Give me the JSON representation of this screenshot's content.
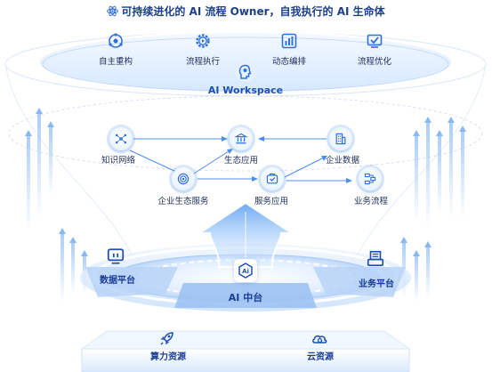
{
  "title": "可持续进化的 AI 流程 Owner，自我执行的 AI 生命体",
  "top_features": [
    {
      "label": "自主重构",
      "icon": "restructure-icon"
    },
    {
      "label": "流程执行",
      "icon": "gear-play-icon"
    },
    {
      "label": "动态编排",
      "icon": "chart-arrange-icon"
    },
    {
      "label": "流程优化",
      "icon": "checklist-icon"
    }
  ],
  "workspace": {
    "label": "AI Workspace",
    "icon": "ai-head-icon"
  },
  "network": {
    "nodes": [
      {
        "id": "knowledge",
        "label": "知识网络",
        "icon": "network-icon"
      },
      {
        "id": "eco_app",
        "label": "生态应用",
        "icon": "building-icon"
      },
      {
        "id": "enterprise_data",
        "label": "企业数据",
        "icon": "data-building-icon"
      },
      {
        "id": "eco_service",
        "label": "企业生态服务",
        "icon": "target-icon"
      },
      {
        "id": "service_app",
        "label": "服务应用",
        "icon": "service-icon"
      },
      {
        "id": "biz_flow",
        "label": "业务流程",
        "icon": "flow-icon"
      }
    ]
  },
  "platform": {
    "left": {
      "label": "数据平台",
      "icon": "monitor-icon"
    },
    "center": {
      "label": "AI 中台",
      "icon": "ai-chip-icon"
    },
    "right": {
      "label": "业务平台",
      "icon": "document-stack-icon"
    }
  },
  "resources": [
    {
      "label": "算力资源",
      "icon": "rocket-icon"
    },
    {
      "label": "云资源",
      "icon": "cloud-gear-icon"
    }
  ],
  "colors": {
    "accent": "#2f6fe0",
    "title": "#1b3f8b",
    "light": "#d8e9ff"
  }
}
